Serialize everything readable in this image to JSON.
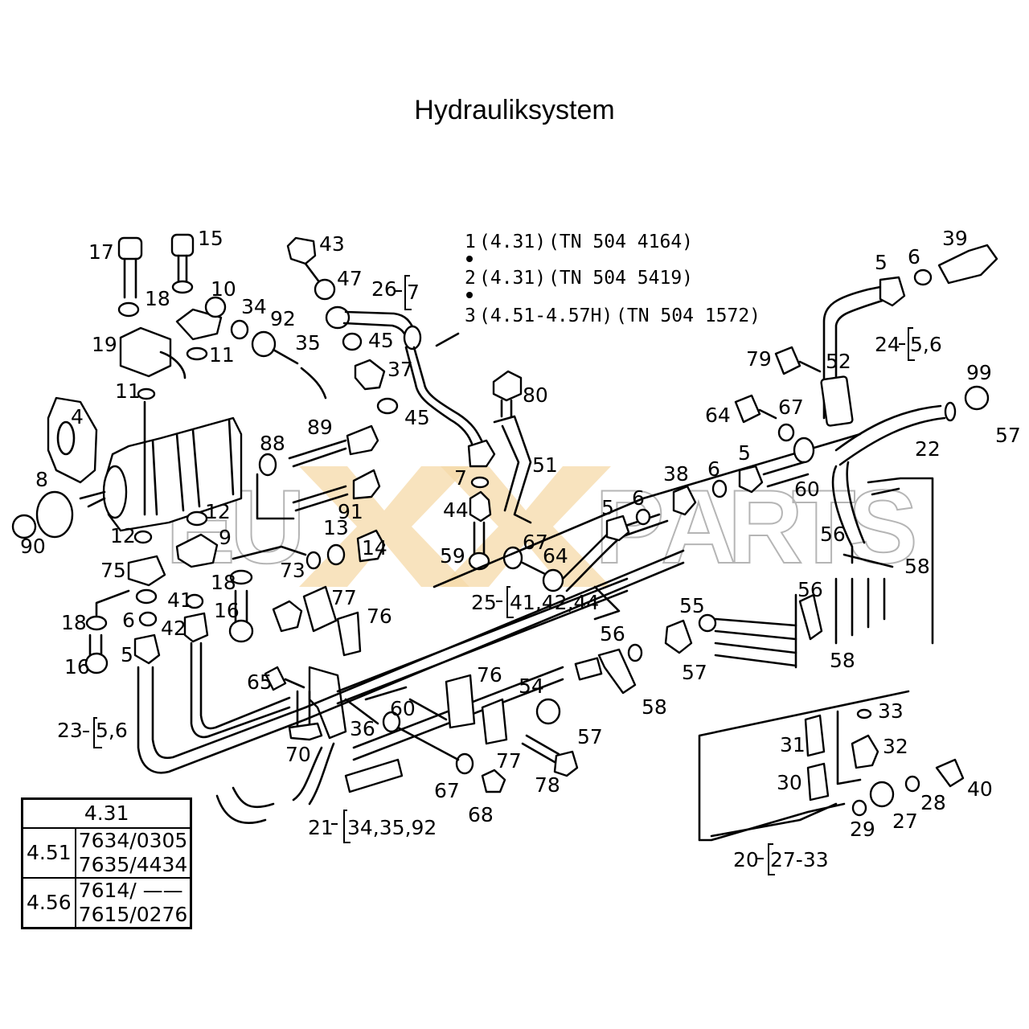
{
  "page": {
    "title": "Hydrauliksystem"
  },
  "watermark": {
    "text": "EUXXPARTS",
    "letters": [
      "E",
      "U",
      "X",
      "X",
      "P",
      "A",
      "R",
      "T",
      "S"
    ],
    "x_color": "#f6d9a8",
    "outline_color": "#b5b5b5"
  },
  "variants": [
    {
      "item": "1",
      "models": "(4.31)",
      "part_no": "(TN 504 4164)"
    },
    {
      "item": "2",
      "models": "(4.31)",
      "part_no": "(TN 504 5419)"
    },
    {
      "item": "3",
      "models": "(4.51-4.57H)",
      "part_no": "(TN 504 1572)"
    }
  ],
  "assemblies": [
    {
      "item": "21",
      "includes": "34,35,92"
    },
    {
      "item": "23",
      "includes": "5,6"
    },
    {
      "item": "24",
      "includes": "5,6"
    },
    {
      "item": "25",
      "includes": "41,42,44"
    },
    {
      "item": "26",
      "includes": "7"
    },
    {
      "item": "20",
      "includes": "27-33"
    }
  ],
  "callouts": [
    "17",
    "15",
    "18",
    "10",
    "34",
    "92",
    "35",
    "19",
    "11",
    "11",
    "43",
    "47",
    "26",
    "45",
    "37",
    "45",
    "80",
    "4",
    "89",
    "88",
    "91",
    "8",
    "90",
    "12",
    "12",
    "9",
    "13",
    "14",
    "75",
    "73",
    "18",
    "41",
    "18",
    "6",
    "16",
    "42",
    "16",
    "5",
    "77",
    "76",
    "7",
    "44",
    "59",
    "67",
    "64",
    "51",
    "5",
    "6",
    "38",
    "6",
    "5",
    "60",
    "79",
    "52",
    "64",
    "67",
    "39",
    "5",
    "6",
    "24",
    "99",
    "57",
    "22",
    "56",
    "58",
    "56",
    "58",
    "55",
    "56",
    "57",
    "58",
    "54",
    "76",
    "77",
    "57",
    "78",
    "65",
    "70",
    "36",
    "60",
    "67",
    "68",
    "21",
    "33",
    "31",
    "32",
    "30",
    "29",
    "27",
    "28",
    "40",
    "20",
    "23"
  ],
  "compat_table": {
    "header": "4.31",
    "rows": [
      {
        "model": "4.51",
        "serials": [
          "7634/0305",
          "7635/4434"
        ]
      },
      {
        "model": "4.56",
        "serials": [
          "7614/ ——",
          "7615/0276"
        ]
      }
    ]
  }
}
